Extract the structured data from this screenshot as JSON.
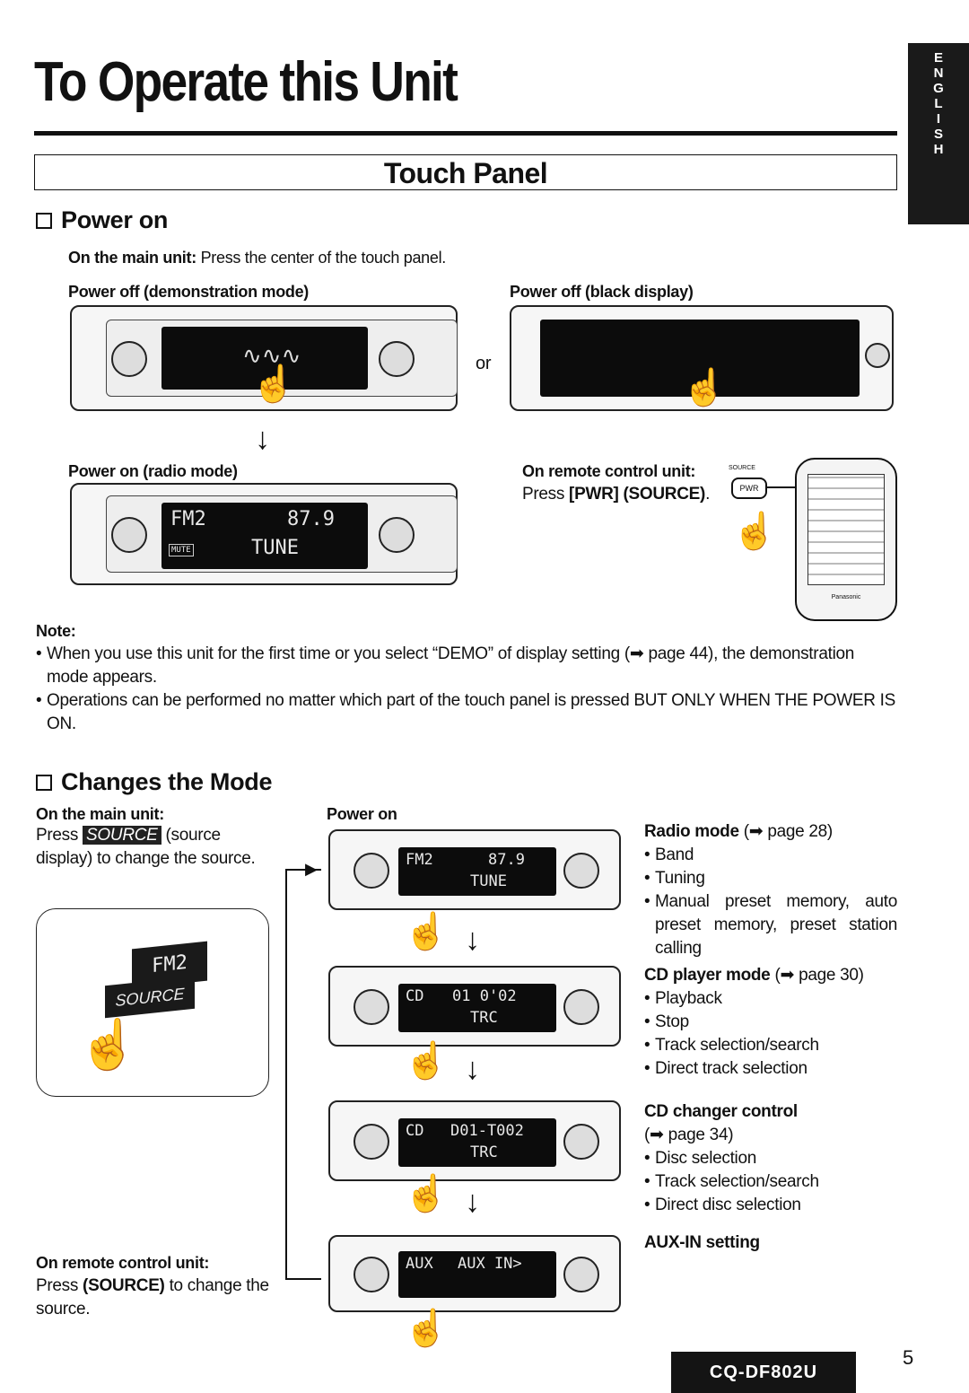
{
  "title": "To Operate this Unit",
  "lang_tab": [
    "E",
    "N",
    "G",
    "L",
    "I",
    "S",
    "H"
  ],
  "section": "Touch Panel",
  "power_on": {
    "heading": "Power on",
    "main_unit_label": "On the main unit:",
    "main_unit_text": "Press the center of the touch panel.",
    "demo_label": "Power off (demonstration mode)",
    "black_label": "Power off (black display)",
    "or": "or",
    "radio_label": "Power on (radio mode)",
    "remote_label": "On remote control unit:",
    "remote_text_pre": "Press ",
    "remote_text_pwr": "[PWR] (SOURCE)",
    "remote_text_post": ".",
    "radio_display": {
      "band": "FM2",
      "freq": "87.9",
      "mute": "MUTE",
      "tune": "TUNE"
    },
    "source_label": "SOURCE",
    "pwr_label": "PWR",
    "brand": "Panasonic"
  },
  "note": {
    "label": "Note:",
    "items": [
      "When you use this unit for the first time or you select “DEMO” of display setting (➡ page 44), the demonstration mode appears.",
      "Operations can be performed no matter which part of the touch panel is pressed BUT ONLY WHEN THE POWER IS ON."
    ]
  },
  "changes_mode": {
    "heading": "Changes the Mode",
    "main_unit_label": "On the main unit:",
    "main_unit_pre": "Press ",
    "source_button": "SOURCE",
    "main_unit_post": " (source display) to change the source.",
    "power_on_label": "Power on",
    "remote_label": "On remote control unit:",
    "remote_pre": "Press ",
    "remote_bold": "(SOURCE)",
    "remote_post": " to change the source.",
    "illustration_display": "FM2",
    "displays": [
      {
        "top": "FM2",
        "value": "87.9",
        "bottom": "TUNE"
      },
      {
        "top": "CD",
        "value": "01  0'02",
        "bottom": "TRC"
      },
      {
        "top": "CD",
        "value": "D01-T002",
        "bottom": "TRC"
      },
      {
        "top": "AUX",
        "value": "AUX IN>",
        "bottom": ""
      }
    ],
    "modes": [
      {
        "title": "Radio mode",
        "ref": "(➡ page 28)",
        "items": [
          "Band",
          "Tuning",
          "Manual preset memory, auto preset memory, preset station calling"
        ]
      },
      {
        "title": "CD player mode",
        "ref": "(➡ page 30)",
        "items": [
          "Playback",
          "Stop",
          "Track selection/search",
          "Direct track selection"
        ]
      },
      {
        "title": "CD changer control",
        "ref": "(➡ page 34)",
        "items": [
          "Disc selection",
          "Track selection/search",
          "Direct disc selection"
        ]
      },
      {
        "title": "AUX-IN setting",
        "ref": "",
        "items": []
      }
    ]
  },
  "footer": {
    "model": "CQ-DF802U",
    "page": "5"
  }
}
